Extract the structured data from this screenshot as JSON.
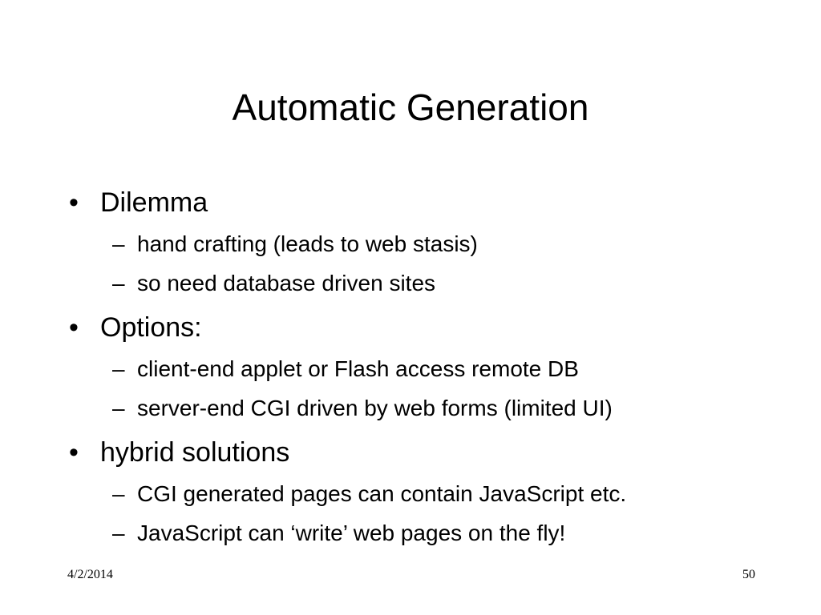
{
  "slide": {
    "title": "Automatic Generation",
    "bullet_marker": "•",
    "sub_marker": "–",
    "sections": [
      {
        "label": "Dilemma",
        "items": [
          "hand crafting (leads to web stasis)",
          "so need database driven sites"
        ]
      },
      {
        "label": "Options:",
        "items": [
          "client-end applet or Flash access remote DB",
          "server-end CGI driven by web forms (limited UI)"
        ]
      },
      {
        "label": "hybrid solutions",
        "items": [
          "CGI generated pages can contain JavaScript etc.",
          "JavaScript can ‘write’ web pages on the fly!"
        ]
      }
    ]
  },
  "footer": {
    "date": "4/2/2014",
    "page_number": "50"
  }
}
